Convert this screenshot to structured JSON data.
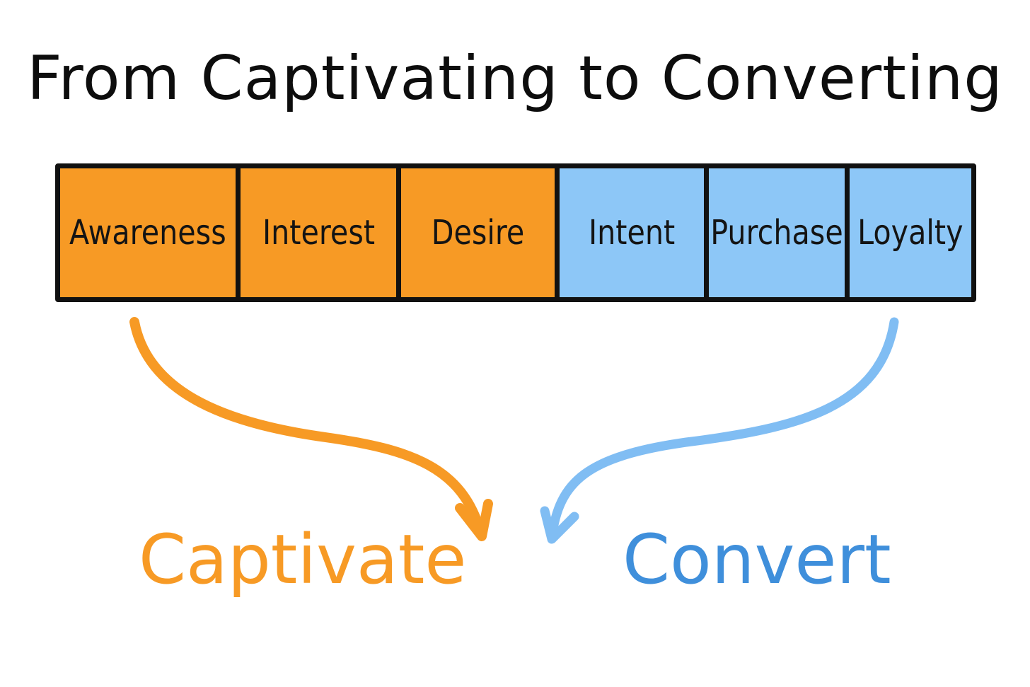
{
  "title": "From Captivating to Converting",
  "stages": [
    {
      "label": "Awareness",
      "group": "captivate"
    },
    {
      "label": "Interest",
      "group": "captivate"
    },
    {
      "label": "Desire",
      "group": "captivate"
    },
    {
      "label": "Intent",
      "group": "convert"
    },
    {
      "label": "Purchase",
      "group": "convert"
    },
    {
      "label": "Loyalty",
      "group": "convert"
    }
  ],
  "outcomes": {
    "captivate": {
      "label": "Captivate",
      "color": "#F79A25"
    },
    "convert": {
      "label": "Convert",
      "color": "#3F8FDB"
    }
  },
  "colors": {
    "captivate_fill": "#F79A25",
    "convert_fill": "#8DC7F7",
    "captivate_arrow": "#F79A25",
    "convert_arrow": "#80BDF3",
    "outline": "#111111"
  },
  "icons": {
    "captivate_arrow": "curved-arrow-down-right-icon",
    "convert_arrow": "curved-arrow-down-left-icon"
  }
}
